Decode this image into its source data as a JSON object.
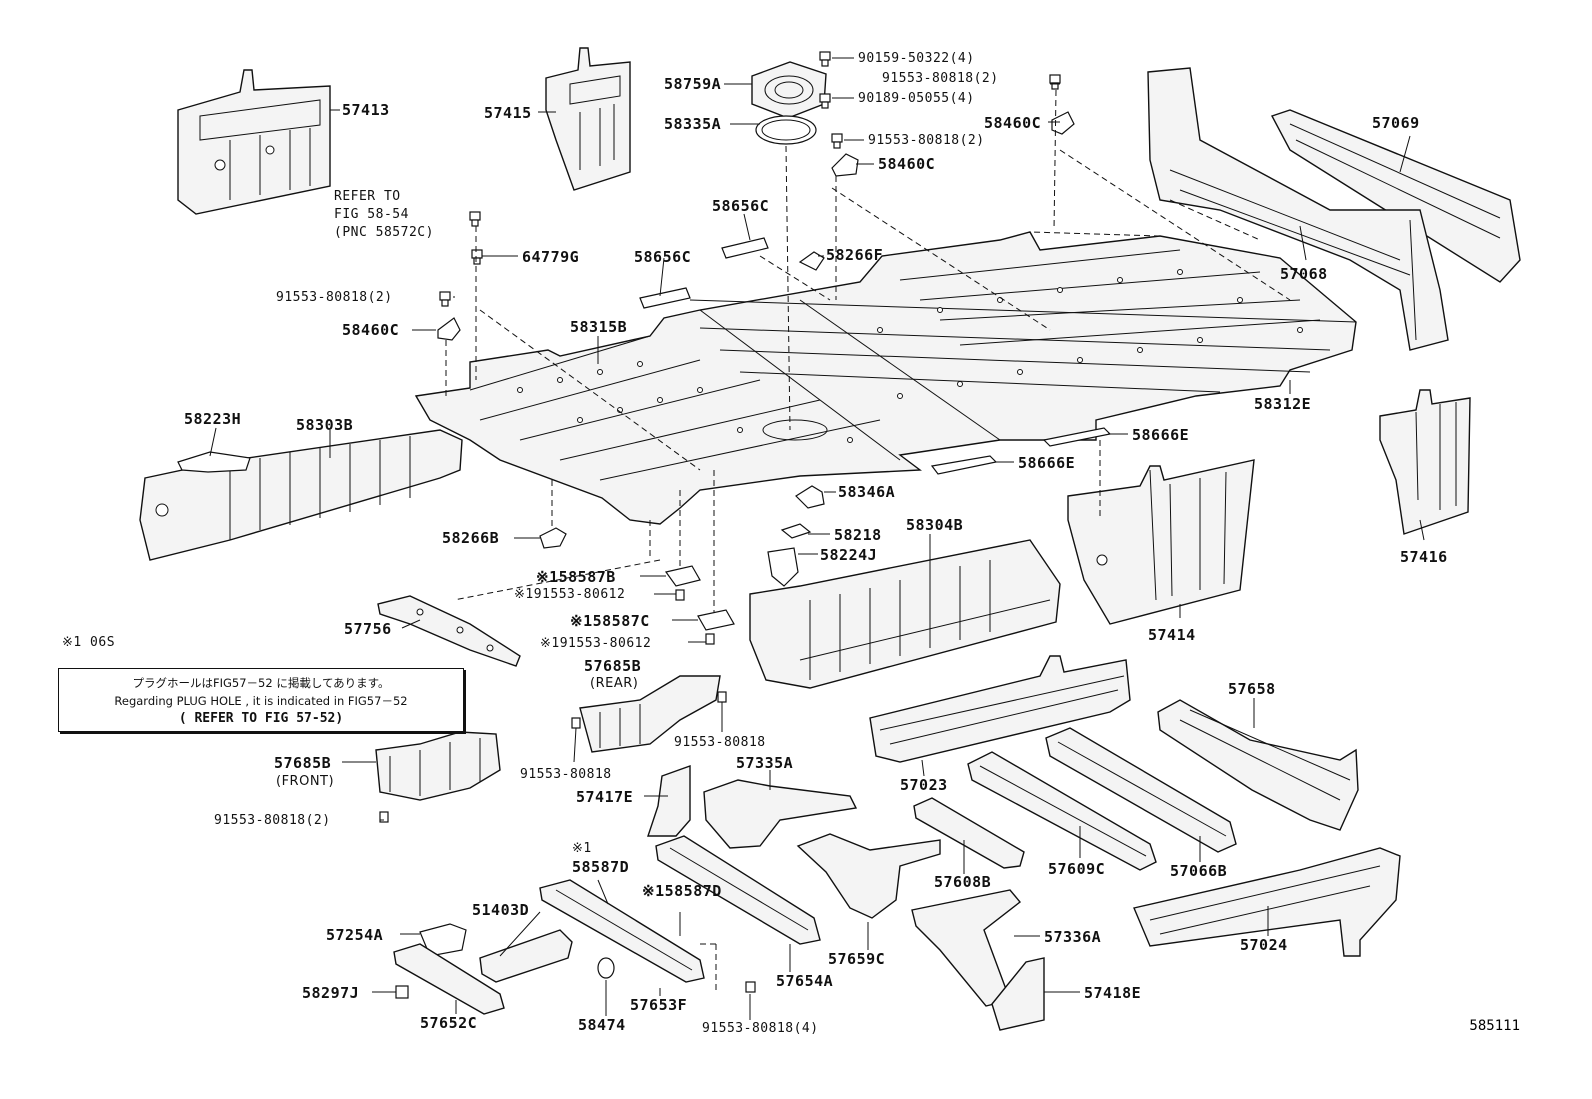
{
  "diagram_id": "585111",
  "legend_mark": "※1 06S",
  "note": {
    "line_jp": "プラグホールはFIG57－52 に掲載してあります。",
    "line_en": "Regarding PLUG HOLE , it is indicated in FIG57－52",
    "line_ref": "( REFER TO FIG 57-52)"
  },
  "refer": {
    "line1": "REFER TO",
    "line2": "FIG 58-54",
    "line3": "(PNC 58572C)"
  },
  "labels": {
    "p57413": "57413",
    "p57415": "57415",
    "p58759A": "58759A",
    "p58335A": "58335A",
    "p90159": "90159-50322(4)",
    "p91553_top": "91553-80818(2)",
    "p90189": "90189-05055(4)",
    "p58460C_top": "58460C",
    "p91553_mid": "91553-80818(2)",
    "p58460C_mid": "58460C",
    "p57069": "57069",
    "p57068": "57068",
    "p58656C_a": "58656C",
    "p58266F": "58266F",
    "p64779G": "64779G",
    "p58656C_b": "58656C",
    "p91553_left": "91553-80818(2)",
    "p58460C_left": "58460C",
    "p58315B": "58315B",
    "p58312E": "58312E",
    "p58223H": "58223H",
    "p58303B": "58303B",
    "p58666E_a": "58666E",
    "p58666E_b": "58666E",
    "p57416": "57416",
    "p58346A": "58346A",
    "p58266B": "58266B",
    "p58218": "58218",
    "p58224J": "58224J",
    "p58304B": "58304B",
    "p58587B": "※158587B",
    "p91553_80612a": "※191553-80612",
    "p58587C": "※158587C",
    "p91553_80612b": "※191553-80612",
    "p57756": "57756",
    "p57414": "57414",
    "p57685B_rear": "57685B",
    "rear": "(REAR)",
    "p57658": "57658",
    "p91553_rear_r": "91553-80818",
    "p91553_rear_l": "91553-80818",
    "p57685B_front": "57685B",
    "front": "(FRONT)",
    "p57023": "57023",
    "p57335A": "57335A",
    "p57417E": "57417E",
    "p91553_front": "91553-80818(2)",
    "p57609C": "57609C",
    "p57066B": "57066B",
    "p58587D_a_mark": "※1",
    "p58587D_a": "58587D",
    "p57608B": "57608B",
    "p58587D_b": "※158587D",
    "p51403D": "51403D",
    "p57254A": "57254A",
    "p57659C": "57659C",
    "p57336A": "57336A",
    "p57024": "57024",
    "p58297J": "58297J",
    "p57654A": "57654A",
    "p57418E": "57418E",
    "p57652C": "57652C",
    "p58474": "58474",
    "p57653F": "57653F",
    "p91553_bottom": "91553-80818(4)"
  }
}
